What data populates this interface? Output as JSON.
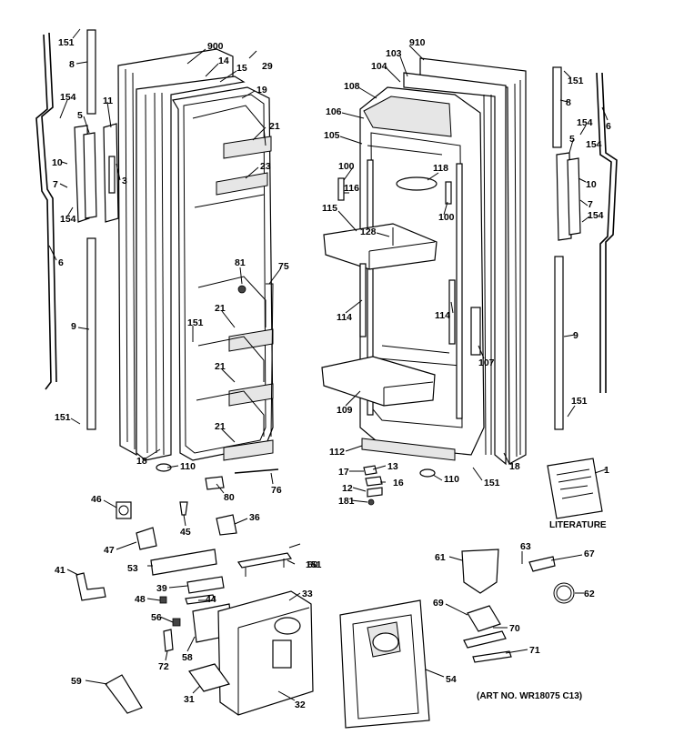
{
  "callouts": {
    "c151": "151",
    "c8": "8",
    "c154": "154",
    "c5": "5",
    "c11": "11",
    "c10": "10",
    "c7": "7",
    "c3": "3",
    "c6": "6",
    "c9": "9",
    "c900": "900",
    "c14": "14",
    "c15": "15",
    "c29": "29",
    "c19": "19",
    "c21": "21",
    "c23": "23",
    "c81": "81",
    "c75": "75",
    "c18": "18",
    "c110": "110",
    "c80": "80",
    "c76": "76",
    "c910": "910",
    "c103": "103",
    "c104": "104",
    "c108": "108",
    "c106": "106",
    "c105": "105",
    "c100": "100",
    "c116": "116",
    "c118": "118",
    "c115": "115",
    "c128": "128",
    "c114": "114",
    "c107": "107",
    "c109": "109",
    "c112": "112",
    "c13": "13",
    "c17": "17",
    "c16": "16",
    "c12": "12",
    "c181": "181",
    "c1": "1",
    "c46": "46",
    "c45": "45",
    "c36": "36",
    "c47": "47",
    "c53": "53",
    "c60": "60",
    "c41": "41",
    "c39": "39",
    "c44": "44",
    "c48": "48",
    "c33": "33",
    "c56": "56",
    "c58": "58",
    "c72": "72",
    "c59": "59",
    "c31": "31",
    "c32": "32",
    "c54": "54",
    "c61": "61",
    "c63": "63",
    "c67": "67",
    "c62": "62",
    "c69": "69",
    "c70": "70",
    "c71": "71"
  },
  "literature_label": "LITERATURE",
  "art_number": "(ART NO. WR18075 C13)"
}
